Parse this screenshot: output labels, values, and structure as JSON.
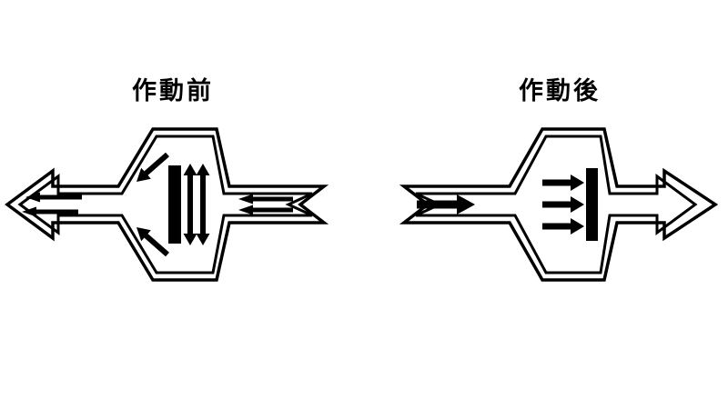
{
  "canvas": {
    "background": "#ffffff",
    "stroke_color": "#000000",
    "fill_color": "#ffffff"
  },
  "panels": [
    {
      "id": "before",
      "title": "作動前",
      "flow_direction": "left"
    },
    {
      "id": "after",
      "title": "作動後",
      "flow_direction": "right"
    }
  ]
}
